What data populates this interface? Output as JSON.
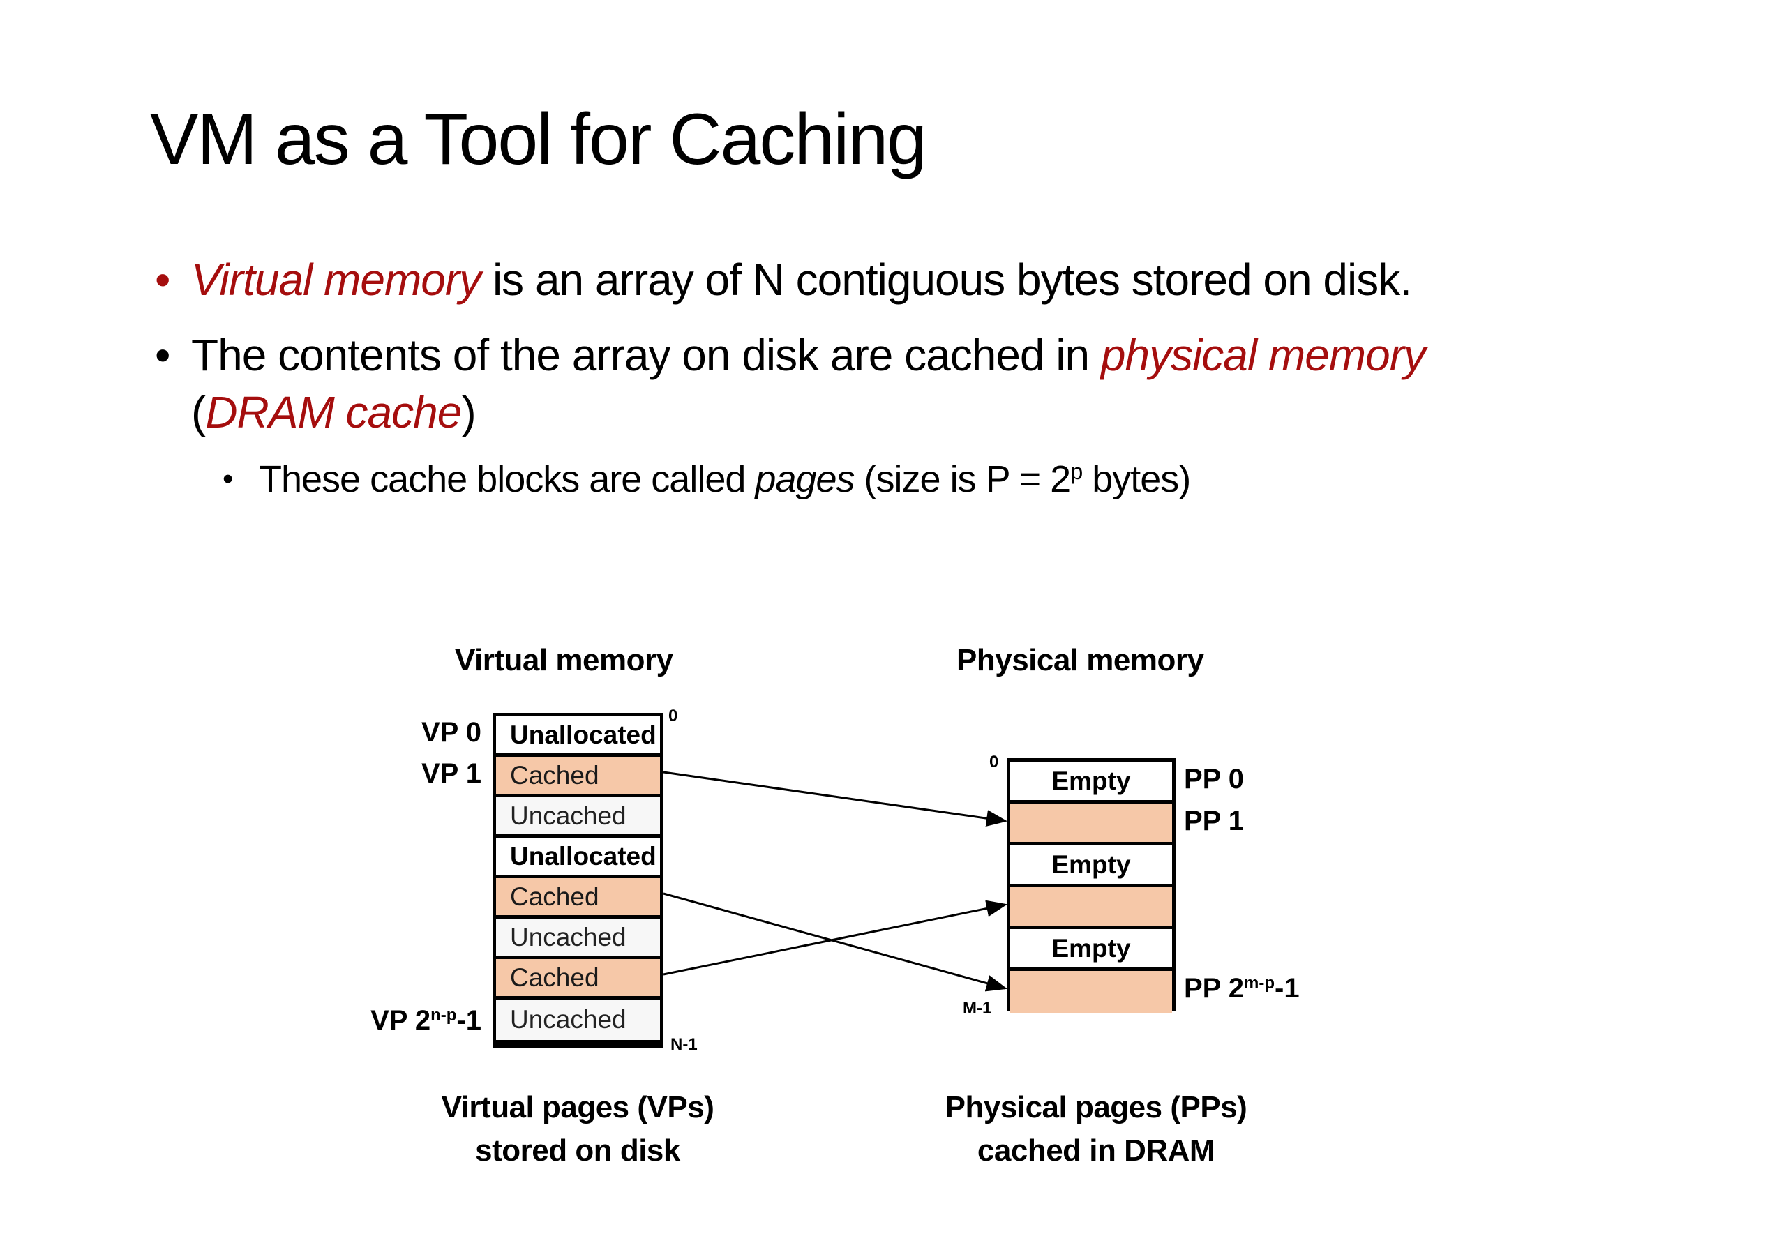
{
  "slide": {
    "title": "VM as a Tool for Caching",
    "bullets": [
      {
        "emphasis": "Virtual memory",
        "text": " is an array of N contiguous bytes stored on disk."
      },
      {
        "text_before": "The contents of the array on disk are cached in ",
        "emphasis": "physical memory",
        "line2_open": "(",
        "line2_emphasis": "DRAM cache",
        "line2_close": ")",
        "sub_bullets": [
          {
            "text_before": "These cache blocks are called ",
            "emphasis": "pages",
            "text_after_1": " (size is P = 2",
            "superscript": "p",
            "text_after_2": " bytes)"
          }
        ]
      }
    ],
    "colors": {
      "emphasis_red": "#a50e0e",
      "cached_fill": "#f6c8a8",
      "uncached_fill": "#f7f7f7",
      "empty_fill": "#ffffff"
    }
  },
  "diagram": {
    "virtual_memory": {
      "heading": "Virtual memory",
      "top_address": "0",
      "bottom_address": "N-1",
      "rows": [
        {
          "state": "Unallocated",
          "label": "VP 0"
        },
        {
          "state": "Cached",
          "label": "VP 1"
        },
        {
          "state": "Uncached",
          "label": ""
        },
        {
          "state": "Unallocated",
          "label": ""
        },
        {
          "state": "Cached",
          "label": ""
        },
        {
          "state": "Uncached",
          "label": ""
        },
        {
          "state": "Cached",
          "label": ""
        },
        {
          "state": "Uncached",
          "label": "VP 2",
          "label_sup": "n-p",
          "label_suffix": "-1"
        }
      ],
      "caption_line1": "Virtual pages (VPs)",
      "caption_line2": "stored on disk"
    },
    "physical_memory": {
      "heading": "Physical memory",
      "top_address": "0",
      "bottom_address": "M-1",
      "rows": [
        {
          "state": "Empty",
          "text": "Empty",
          "label": "PP 0"
        },
        {
          "state": "Cached",
          "text": "",
          "label": "PP 1"
        },
        {
          "state": "Empty",
          "text": "Empty",
          "label": ""
        },
        {
          "state": "Cached",
          "text": "",
          "label": ""
        },
        {
          "state": "Empty",
          "text": "Empty",
          "label": ""
        },
        {
          "state": "Cached",
          "text": "",
          "label": "PP 2",
          "label_sup": "m-p",
          "label_suffix": "-1"
        }
      ],
      "caption_line1": "Physical pages (PPs)",
      "caption_line2": "cached in DRAM"
    },
    "mappings": [
      {
        "from_vp_row": 1,
        "to_pp_row": 1
      },
      {
        "from_vp_row": 4,
        "to_pp_row": 5
      },
      {
        "from_vp_row": 6,
        "to_pp_row": 3
      }
    ]
  }
}
